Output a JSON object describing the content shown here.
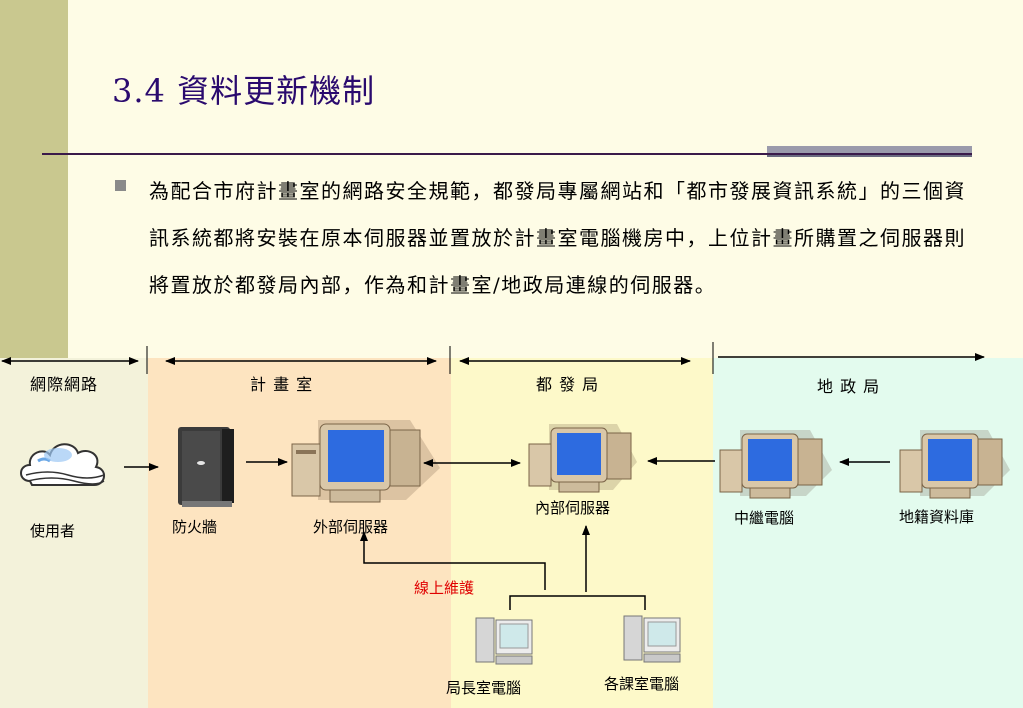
{
  "slide": {
    "title": "3.4  資料更新機制",
    "paragraph": "為配合市府計畫室的網路安全規範，都發局專屬網站和「都市發展資訊系統」的三個資訊系統都將安裝在原本伺服器並置放於計畫室電腦機房中，上位計畫所購置之伺服器則將置放於都發局內部，作為和計畫室/地政局連線的伺服器。"
  },
  "zones": {
    "internet": "網際網路",
    "planning": "計 畫 室",
    "urban_dev": "都 發 局",
    "land": "地 政 局"
  },
  "nodes": {
    "user": "使用者",
    "firewall": "防火牆",
    "ext_server": "外部伺服器",
    "int_server": "內部伺服器",
    "relay_pc": "中繼電腦",
    "land_db": "地籍資料庫",
    "online_maint": "線上維護",
    "director_pc": "局長室電腦",
    "section_pc": "各課室電腦"
  },
  "colors": {
    "title": "#2a0a6e",
    "zone_internet": "#f3f2da",
    "zone_planning": "#fde4c0",
    "zone_urban_dev": "#fdf9c9",
    "zone_land": "#e3fbee",
    "maint_text": "#e00000"
  }
}
